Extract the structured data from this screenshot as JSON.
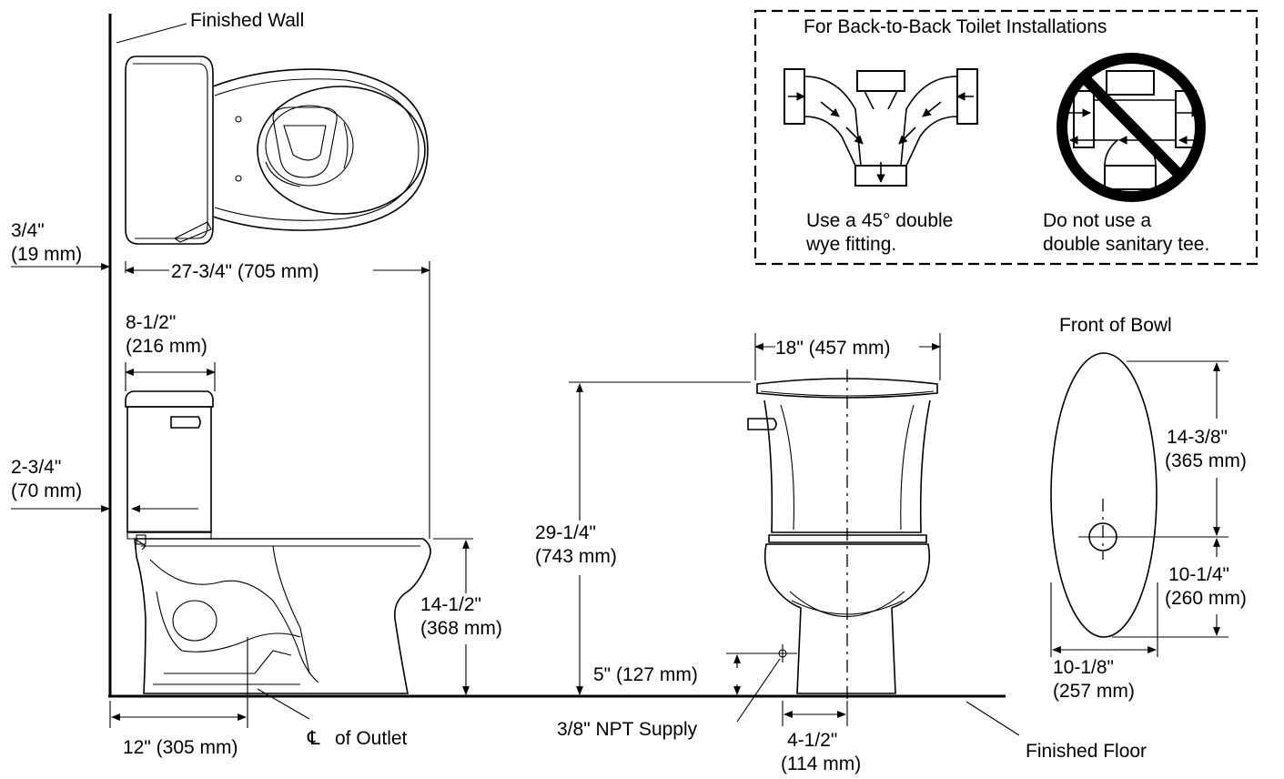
{
  "labels": {
    "finished_wall": "Finished Wall",
    "back_to_back_title": "For Back-to-Back Toilet Installations",
    "wye_line1": "Use a 45° double",
    "wye_line2": "wye fitting.",
    "tee_line1": "Do not use a",
    "tee_line2": "double sanitary tee.",
    "front_of_bowl": "Front of Bowl",
    "outlet_symbol": "℄",
    "outlet_text": "of Outlet",
    "npt_supply": "3/8\" NPT Supply",
    "finished_floor": "Finished Floor"
  },
  "dimensions": {
    "d_3_4_in": "3/4\"",
    "d_3_4_mm": "(19 mm)",
    "d_27_in_mm": "27-3/4\" (705 mm)",
    "d_8_in": "8-1/2\"",
    "d_8_mm": "(216 mm)",
    "d_2_in": "2-3/4\"",
    "d_2_mm": "(70 mm)",
    "d_18_in_mm": "18\" (457 mm)",
    "d_29_in": "29-1/4\"",
    "d_29_mm": "(743 mm)",
    "d_14h_in": "14-1/2\"",
    "d_14h_mm": "(368 mm)",
    "d_5_in_mm": "5\" (127 mm)",
    "d_12_in_mm": "12\" (305 mm)",
    "d_4_in": "4-1/2\"",
    "d_4_mm": "(114 mm)",
    "d_14f_in": "14-3/8\"",
    "d_14f_mm": "(365 mm)",
    "d_10q_in": "10-1/4\"",
    "d_10q_mm": "(260 mm)",
    "d_10e_in": "10-1/8\"",
    "d_10e_mm": "(257 mm)"
  }
}
